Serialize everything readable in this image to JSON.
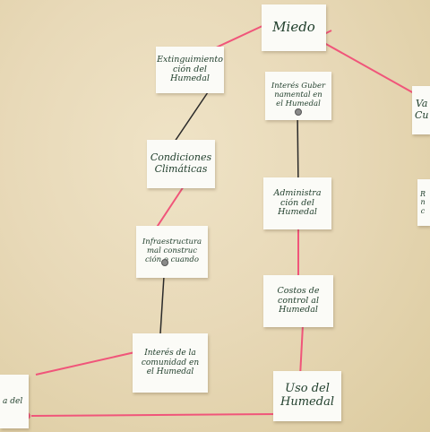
{
  "notes": {
    "miedo": "Miedo",
    "extinction": "Extinguimiento\nción del\nHumedal",
    "climate": "Condiciones\nClimáticas",
    "interest": "Interés Guber\nnamental en\nel Humedal",
    "admin": "Administra\nción del\nHumedal",
    "infra": "Infraestructura\nmal construc\nción o cuando",
    "costs": "Costos de\ncontrol al\nHumedal",
    "community": "Interés de la\ncomunidad en\nel Humedal",
    "uso": "Uso del\nHumedal",
    "left_partial": "a del",
    "right_partial_top": "Va\nCu",
    "right_partial_mid": "R\nn\nc"
  },
  "colors": {
    "wall": "#e6d8b8",
    "card": "#fbfbf7",
    "ink": "#1e3d2a",
    "yarn": "#f0557a",
    "pen": "#2a2a2a"
  }
}
